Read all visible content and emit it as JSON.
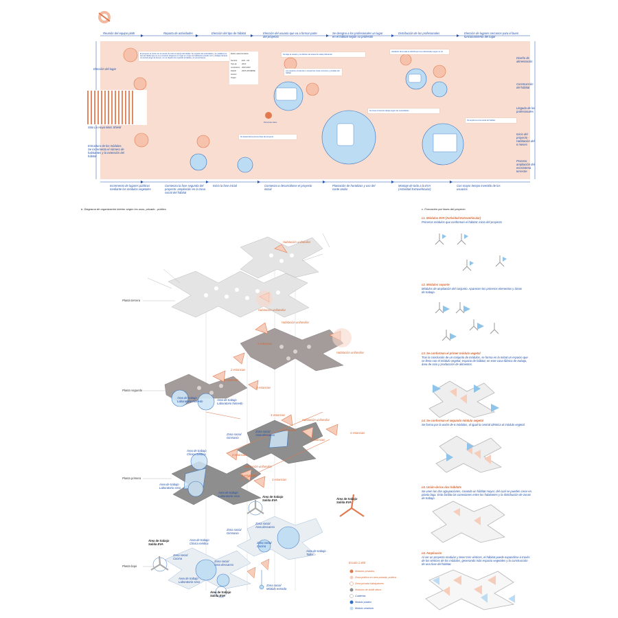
{
  "timeline": {
    "top_labels": [
      "Reunión del equipo plaltr",
      "Reparto de actividades",
      "Elección del tipo de hábitat",
      "Elección del usuario que va a formar parte del proyecto",
      "Se designa a los profesionales un lugar en el hábitat según su profesión",
      "Distribución de los profesionales",
      "Elección de lugares cercanos para el buen funcionamiento del lugar"
    ],
    "bottom_labels": [
      "Incremento de lugares públicos mediante los módulos vegetales",
      "Comienza la fase segunda del proyecto: ampliación en la zona social del hábitat",
      "Inicio la fase inicial",
      "Comienza a desarrollarse el proyecto inicial",
      "Plantación de hortalizas y uso del conte andar",
      "Montaje de todo a la EVA (Actividad Extravehicular)",
      "Con mayor tiempo invertido de los usuarios"
    ],
    "right_labels": [
      "Diseño de alimentación",
      "Construcción del hábitat",
      "Llegada de los profesionales",
      "Inicio del proyecto - Habitación del 6 meses",
      "Proceso ampliación del ecosistema terrestre"
    ],
    "left_labels": [
      "Elección del lugar",
      "Estructura de los módulos. Se incrementa el número de habitantes y la extensión del hábitat"
    ],
    "site_label": "Sitio La Hoya Mars Shield",
    "info_card": {
      "title": "Datos seleccionados",
      "rows": [
        "Nombre",
        "Tipo de movimiento",
        "Diseño",
        "Horario",
        "Origen"
      ],
      "values": [
        "",
        "EVA - IVA",
        "20XX",
        "2022-2023",
        "2023 UNIVERSE"
      ]
    },
    "person_note": "Personas clave",
    "notes": [
      "El proyecto se inicia con la reunión de todo el equipo del hábitat. Se reparten las actividades y se establece el tipo de hábitat que se va a construir. Elegimos un lugar en el que los habitantes puedan vivir y trabajar durante un periodo largo de tiempo, con el objetivo de expandir el hábitat y el conocimiento.",
      "Se elige al usuario y se definen las tareas de cada profesional.",
      "Alrededor de la sala se distribuyen los profesionales según su rol.",
      "Los usuarios comienzan a ocupar las zonas comunes y privadas del hábitat.",
      "Se crean zonas de trabajo según las necesidades.",
      "Se desarrolla la primera fase del proyecto.",
      "Se amplía la zona social del hábitat."
    ]
  },
  "diagram": {
    "title": "b. Diagrama de organización interior según los usos, privado - público",
    "floors": [
      "Planta tercera",
      "Planta segunda",
      "Planta primera",
      "Planta baja"
    ],
    "labels": {
      "hab_ind": "Habitación unifamiliar",
      "hab_conf": "Habitación unifamiliar",
      "estancias2": "2 estancias",
      "estancias3": "3 estancias",
      "trabajo": "Área de trabajo",
      "lab_humedo": "Laboratorio húmedo",
      "lab_seco": "Laboratorio seco",
      "clinica": "Clínica médica",
      "zona_social": "Zona social",
      "gimnasio": "Gimnasio",
      "descanso": "Área descanso",
      "cocina": "Cocina",
      "taller": "Taller",
      "salida_eva": "Salida EVA",
      "modulo_entrada": "Módulo entrada"
    },
    "legend_title": "Escala 1:400",
    "legend": [
      "Módulos privados",
      "Zona pública en área privada, pública",
      "Zona privada trabajadores",
      "Módulos de doble altura",
      "Cubiertas",
      "Módulo público",
      "Módulo vestíbulo"
    ]
  },
  "formation": {
    "title": "c. Formación por fases del proyecto",
    "steps": [
      {
        "title": "c1. Módulos EVA (Actividad Extravehicular)",
        "text": "Primeros módulos que conforman el hábitat: inicio del proyecto"
      },
      {
        "title": "c2. Módulos soporte",
        "text": "Módulos de ampliación del conjunto. Aparecen los primeros elementos y áreas de trabajo."
      },
      {
        "title": "c3. Se conforman el primer módulo vegetal",
        "text": "Tras la conclusión de un conjunto de módulos, se forma en la mitad un espacio que se llena con el módulo vegetal, espacio de hábitat, en este casa fábrica de trabajo, área de ocio y producción de alimentos."
      },
      {
        "title": "c4. Se conforman el segundo módulo vegetal",
        "text": "Se forma por la unión de 6 módulos, al igual la central idéntica al módulo vegetal."
      },
      {
        "title": "c5. Unión de los dos hábitats",
        "text": "Se unen las dos agrupaciones, creando un hábitat mayor, del cual se pueden crear en planta baja. Esto facilita las conexiones entre los habitantes y la distribución de zonas de trabajo."
      },
      {
        "title": "c6. Ampliación",
        "text": "Al ser un proyecto modular y tener tres vértices, el hábitat puede expandirse a través de los vértices de los módulos, generando más espacio vegetales y la construcción de una fase del hábitat."
      }
    ]
  },
  "colors": {
    "accent": "#1f4fa8",
    "panel": "#f8ddd0",
    "orange": "#e07a4e",
    "gray": "#9a9a9a",
    "blue": "#8ec3ea"
  }
}
